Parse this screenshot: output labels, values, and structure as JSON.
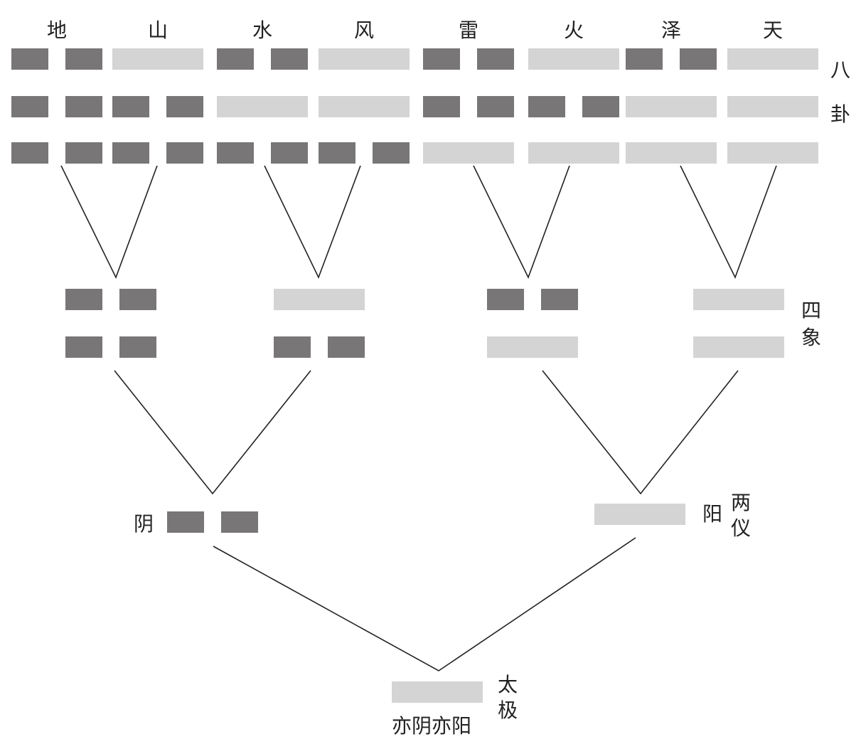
{
  "colors": {
    "yin": "#787677",
    "yang": "#d4d4d4",
    "line": "#222222",
    "text": "#222222"
  },
  "level_labels": {
    "bagua": [
      "八",
      "卦"
    ],
    "sixiang": [
      "四",
      "象"
    ],
    "liangyi": [
      "两",
      "仪"
    ],
    "taiji": [
      "太",
      "极"
    ]
  },
  "trigrams": [
    {
      "name": "地",
      "lines": [
        "yin",
        "yin",
        "yin"
      ]
    },
    {
      "name": "山",
      "lines": [
        "yang",
        "yin",
        "yin"
      ]
    },
    {
      "name": "水",
      "lines": [
        "yin",
        "yang",
        "yin"
      ]
    },
    {
      "name": "风",
      "lines": [
        "yang",
        "yang",
        "yin"
      ]
    },
    {
      "name": "雷",
      "lines": [
        "yin",
        "yin",
        "yang"
      ]
    },
    {
      "name": "火",
      "lines": [
        "yang",
        "yin",
        "yang"
      ]
    },
    {
      "name": "泽",
      "lines": [
        "yin",
        "yang",
        "yang"
      ]
    },
    {
      "name": "天",
      "lines": [
        "yang",
        "yang",
        "yang"
      ]
    }
  ],
  "four_images": [
    {
      "lines": [
        "yin",
        "yin"
      ]
    },
    {
      "lines": [
        "yang",
        "yin"
      ]
    },
    {
      "lines": [
        "yin",
        "yang"
      ]
    },
    {
      "lines": [
        "yang",
        "yang"
      ]
    }
  ],
  "two_modes": [
    {
      "label": "阴",
      "line": "yin"
    },
    {
      "label": "阳",
      "line": "yang"
    }
  ],
  "taiji": {
    "line": "yang",
    "caption": "亦阴亦阳"
  }
}
